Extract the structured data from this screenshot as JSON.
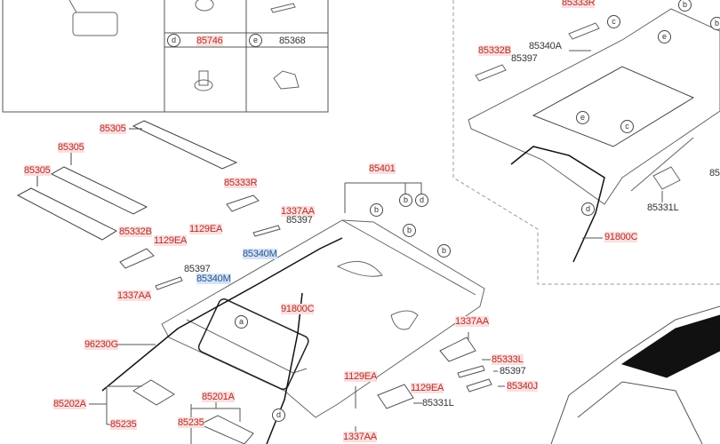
{
  "legend_table": {
    "rows": [
      {
        "key": "d",
        "part": "85746"
      },
      {
        "key": "e",
        "part": "85368"
      }
    ]
  },
  "labels": {
    "p85305_a": "85305",
    "p85305_b": "85305",
    "p85305_c": "85305",
    "p85333R_left": "85333R",
    "p1337AA_top": "1337AA",
    "p85397_top": "85397",
    "p1129EA_top": "1129EA",
    "p85340M_top": "85340M",
    "p85332B_left": "85332B",
    "p1129EA_left": "1129EA",
    "p85397_left": "85397",
    "p85340M_left": "85340M",
    "p1337AA_left": "1337AA",
    "p85401": "85401",
    "p91800C_main": "91800C",
    "p96230G": "96230G",
    "p85202A": "85202A",
    "p85235_a": "85235",
    "p85201A": "85201A",
    "p85235_b": "85235",
    "p1337AA_right": "1337AA",
    "p85333L": "85333L",
    "p85397_right": "85397",
    "p85340J": "85340J",
    "p1129EA_mid": "1129EA",
    "p1129EA_right": "1129EA",
    "p85331L_main": "85331L",
    "p1337AA_bottom": "1337AA",
    "p85333R_sun": "85333R",
    "p85340A": "85340A",
    "p85332B_sun": "85332B",
    "p85397_sun": "85397",
    "p85331L_sun": "85331L",
    "p91800C_sun": "91800C",
    "p85_cut": "85"
  },
  "callouts": {
    "a": "a",
    "b": "b",
    "c": "c",
    "d": "d",
    "e": "e"
  },
  "colors": {
    "highlight_red": "#fbdede",
    "highlight_blue": "#d4e4f7",
    "line": "#444444"
  }
}
